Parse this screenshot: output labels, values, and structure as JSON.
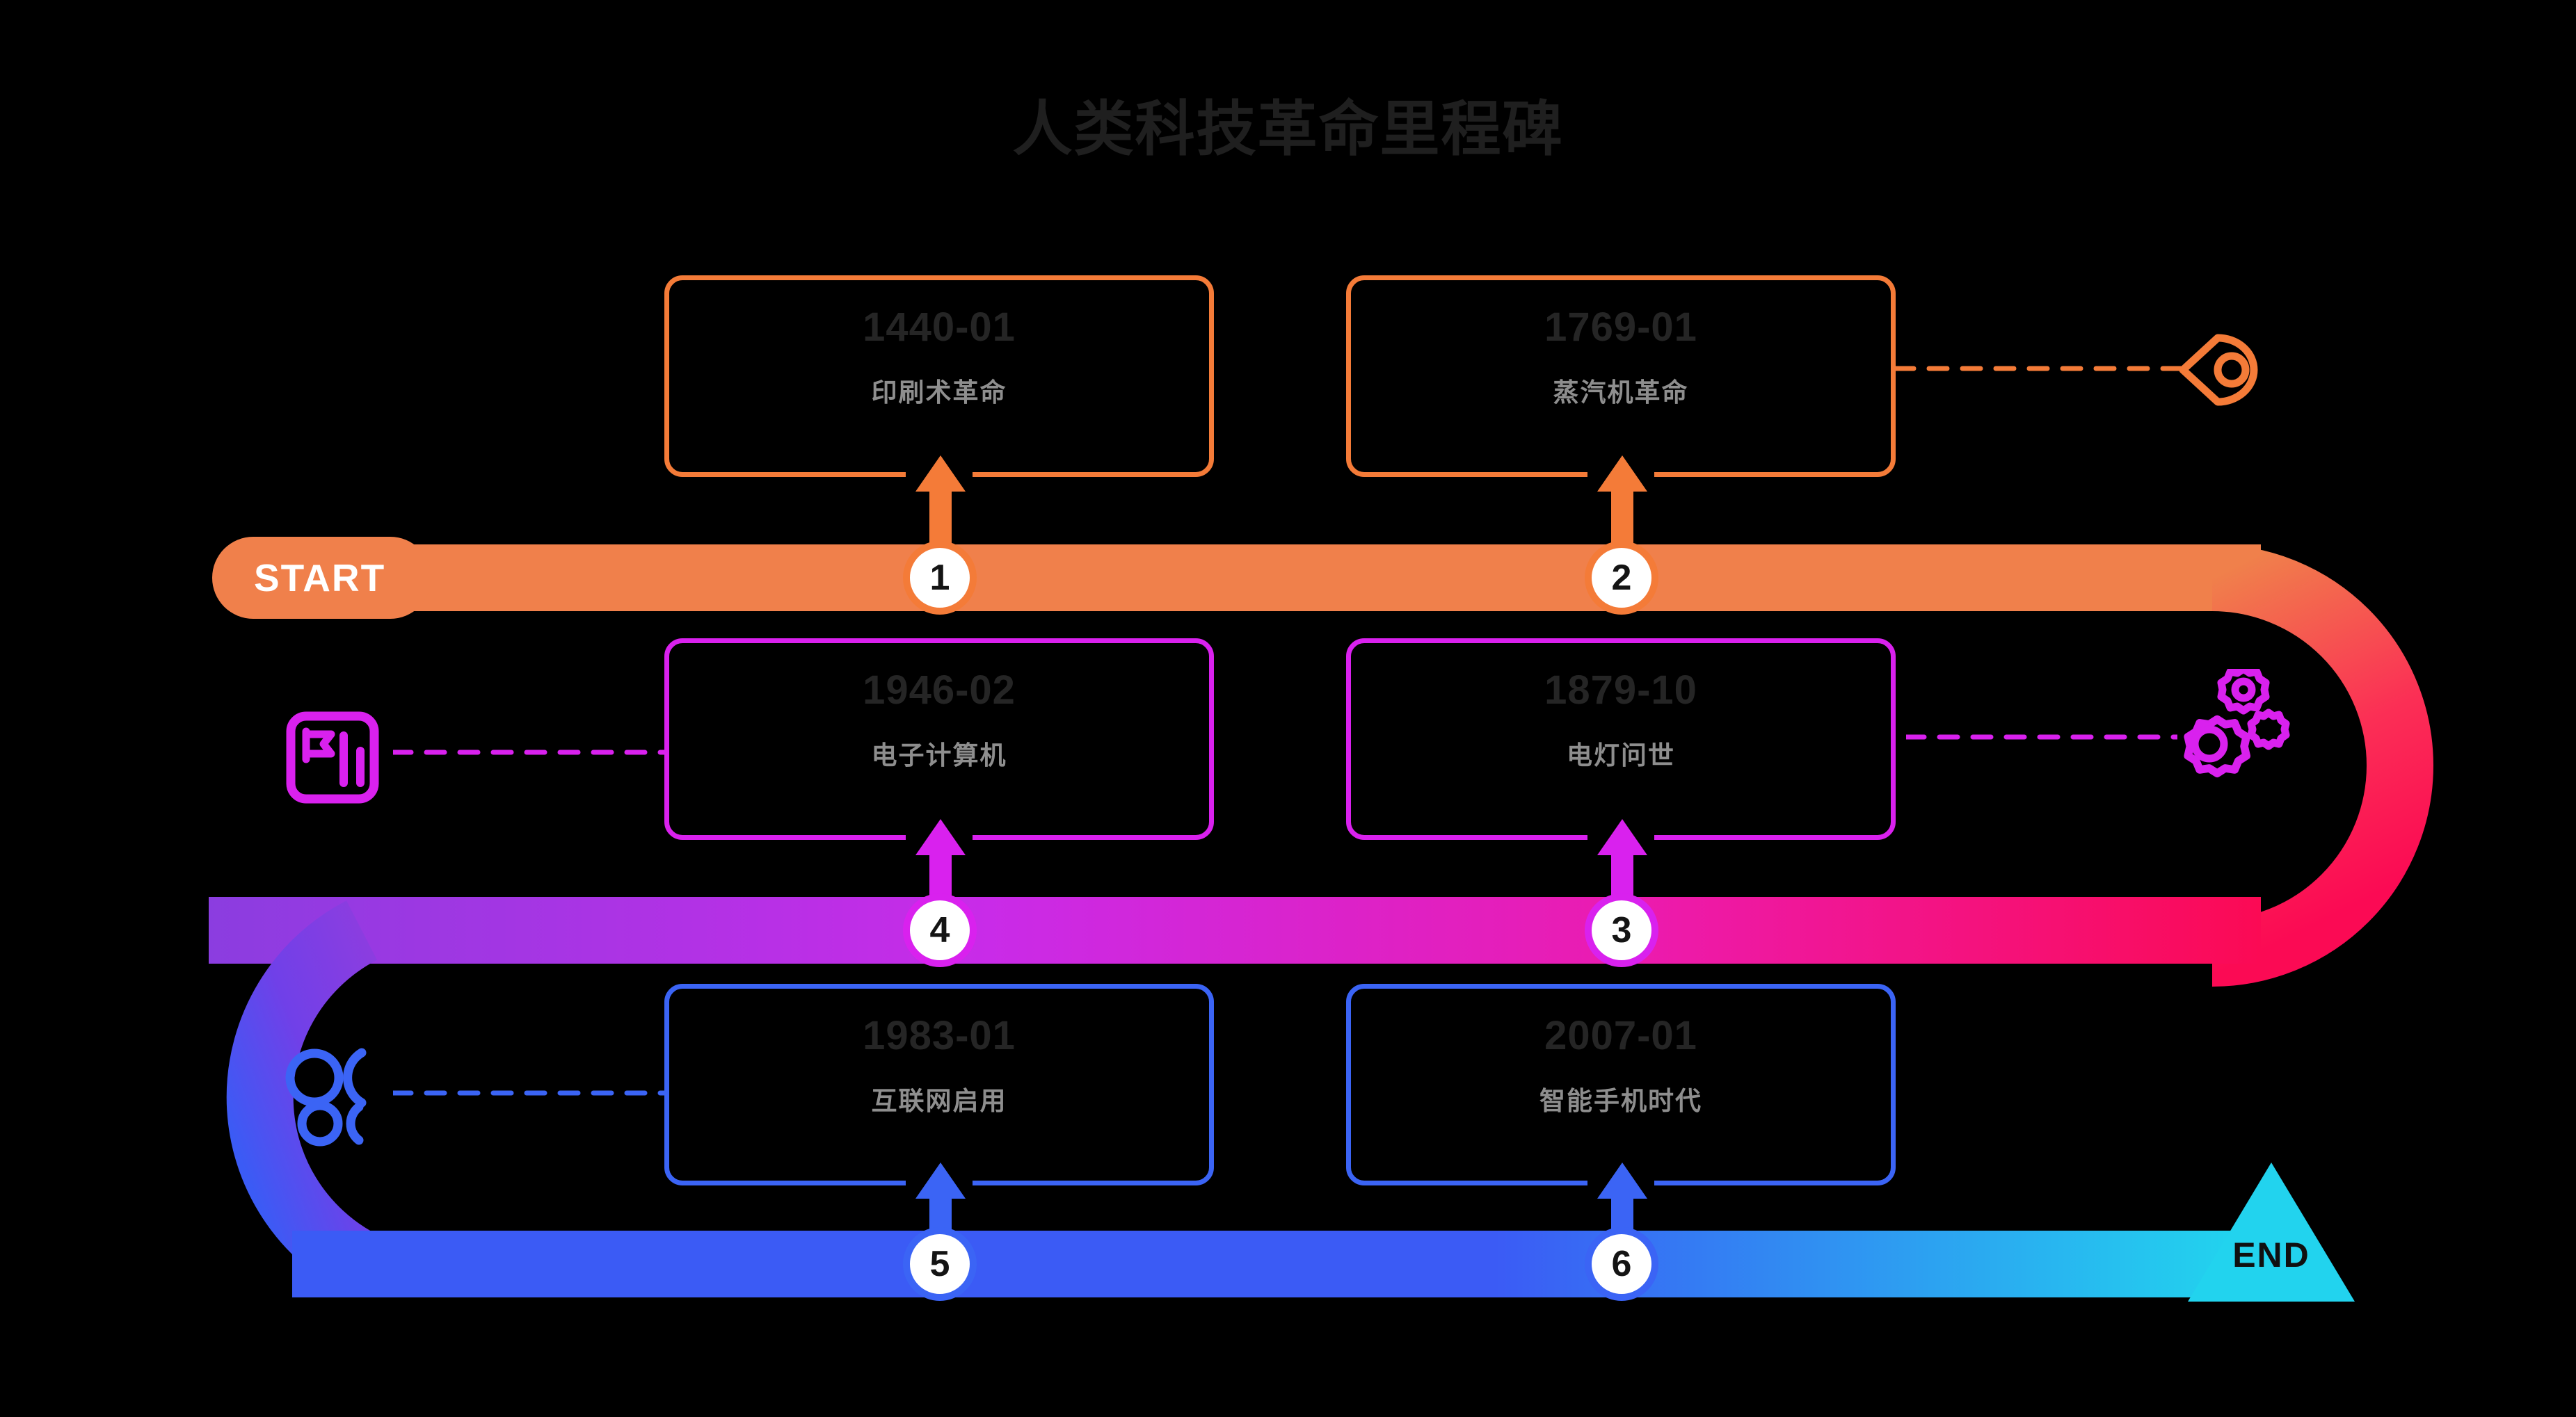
{
  "page": {
    "title": "人类科技革命里程碑",
    "background_color": "#000000",
    "title_color": "#1f1f1f"
  },
  "track": {
    "start_label": "START",
    "end_label": "END",
    "colors": {
      "orange": "#F0804B",
      "crimson": "#FB0A54",
      "magenta": "#D921EE",
      "purple": "#8B3DE0",
      "blue": "#3B5BF5",
      "cyan": "#22D3EE"
    }
  },
  "milestones": [
    {
      "number": "1",
      "date": "1440-01",
      "label": "印刷术革命",
      "accent": "#F47B38",
      "accent_name": "orange",
      "row": "top",
      "card_position": "above"
    },
    {
      "number": "2",
      "date": "1769-01",
      "label": "蒸汽机革命",
      "accent": "#F47B38",
      "accent_name": "orange",
      "row": "top",
      "card_position": "above"
    },
    {
      "number": "3",
      "date": "1879-10",
      "label": "电灯问世",
      "accent": "#D921EE",
      "accent_name": "magenta",
      "row": "middle",
      "card_position": "above"
    },
    {
      "number": "4",
      "date": "1946-02",
      "label": "电子计算机",
      "accent": "#D921EE",
      "accent_name": "magenta",
      "row": "middle",
      "card_position": "above"
    },
    {
      "number": "5",
      "date": "1983-01",
      "label": "互联网启用",
      "accent": "#3B64F5",
      "accent_name": "blue",
      "row": "bottom",
      "card_position": "above"
    },
    {
      "number": "6",
      "date": "2007-01",
      "label": "智能手机时代",
      "accent": "#3B64F5",
      "accent_name": "blue",
      "row": "bottom",
      "card_position": "above"
    }
  ],
  "decor_icons": [
    {
      "name": "location-pin-icon",
      "color": "#F47B38",
      "side": "right",
      "row": "top"
    },
    {
      "name": "flag-chart-icon",
      "color": "#D921EE",
      "side": "left",
      "row": "middle"
    },
    {
      "name": "gears-icon",
      "color": "#D921EE",
      "side": "right",
      "row": "middle"
    },
    {
      "name": "network-nodes-icon",
      "color": "#3B64F5",
      "side": "left",
      "row": "bottom"
    }
  ]
}
